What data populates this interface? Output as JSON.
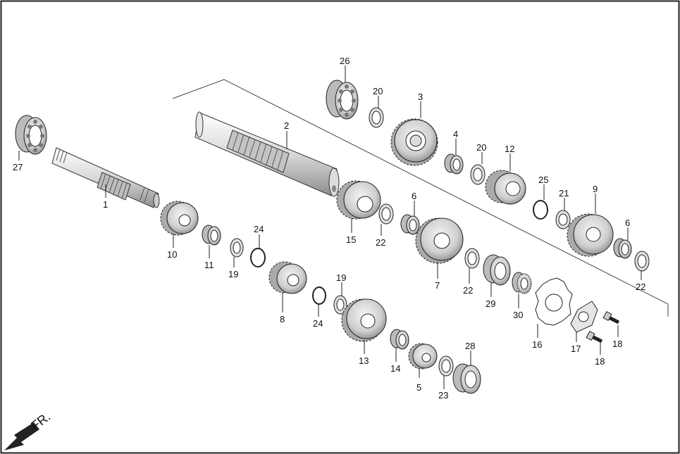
{
  "diagram": {
    "direction_label": "FR.",
    "callouts": {
      "c1": "1",
      "c2": "2",
      "c3": "3",
      "c4": "4",
      "c5": "5",
      "c6a": "6",
      "c6b": "6",
      "c7": "7",
      "c8": "8",
      "c9": "9",
      "c10": "10",
      "c11": "11",
      "c12": "12",
      "c13": "13",
      "c14": "14",
      "c15": "15",
      "c16": "16",
      "c17": "17",
      "c18a": "18",
      "c18b": "18",
      "c19a": "19",
      "c19b": "19",
      "c20a": "20",
      "c20b": "20",
      "c21": "21",
      "c22a": "22",
      "c22b": "22",
      "c22c": "22",
      "c23": "23",
      "c24a": "24",
      "c24b": "24",
      "c25": "25",
      "c26": "26",
      "c27": "27",
      "c28": "28",
      "c29": "29",
      "c30": "30"
    }
  }
}
